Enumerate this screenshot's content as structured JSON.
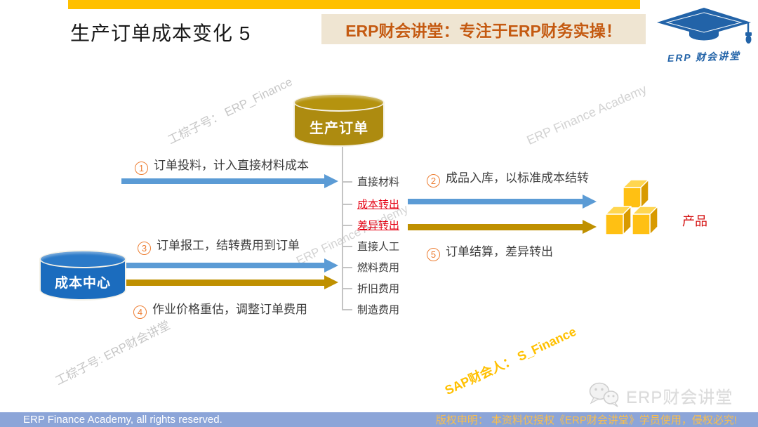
{
  "header": {
    "title": "生产订单成本变化 5",
    "banner": "ERP财会讲堂：专注于ERP财务实操！",
    "logo_text": "ERP 财会讲堂"
  },
  "diagram": {
    "production_order": "生产订单",
    "cost_center": "成本中心",
    "product": "产品",
    "steps": [
      {
        "num": "1",
        "text": "订单投料，计入直接材料成本"
      },
      {
        "num": "2",
        "text": "成品入库，以标准成本结转"
      },
      {
        "num": "3",
        "text": "订单报工，结转费用到订单"
      },
      {
        "num": "4",
        "text": "作业价格重估，调整订单费用"
      },
      {
        "num": "5",
        "text": "订单结算，差异转出"
      }
    ],
    "cost_items": [
      {
        "label": "直接材料",
        "highlight": false
      },
      {
        "label": "成本转出",
        "highlight": true
      },
      {
        "label": "差异转出",
        "highlight": true
      },
      {
        "label": "直接人工",
        "highlight": false
      },
      {
        "label": "燃料费用",
        "highlight": false
      },
      {
        "label": "折旧费用",
        "highlight": false
      },
      {
        "label": "制造费用",
        "highlight": false
      }
    ]
  },
  "watermarks": {
    "top_left": "工棕子号： ERP_Finance",
    "top_right": "ERP Finance Academy",
    "middle": "ERP Finance Academy",
    "bottom_left": "工棕子号: ERP财会讲堂",
    "sap": "SAP财会人：  S_Finance",
    "wechat_text": "ERP财会讲堂"
  },
  "footer": {
    "left": "ERP Finance Academy, all rights reserved.",
    "right": "版权申明：  本资料仅授权《ERP财会讲堂》学员使用，侵权必究!"
  },
  "colors": {
    "orange_bar": "#FFC000",
    "banner_bg": "#EFE5D2",
    "banner_text": "#C45A11",
    "cylinder_gold": "#AD8B10",
    "cylinder_blue": "#1B6CBE",
    "arrow_blue": "#5B9BD5",
    "arrow_gold": "#BF9000",
    "step_number_orange": "#ED7D31",
    "highlight_red": "#E50012",
    "product_red": "#D30A0A",
    "sap_watermark": "#FFC000",
    "footer_bg": "#8CA5D8",
    "footer_right_text": "#FBBE4B",
    "logo_blue": "#2263A8"
  }
}
